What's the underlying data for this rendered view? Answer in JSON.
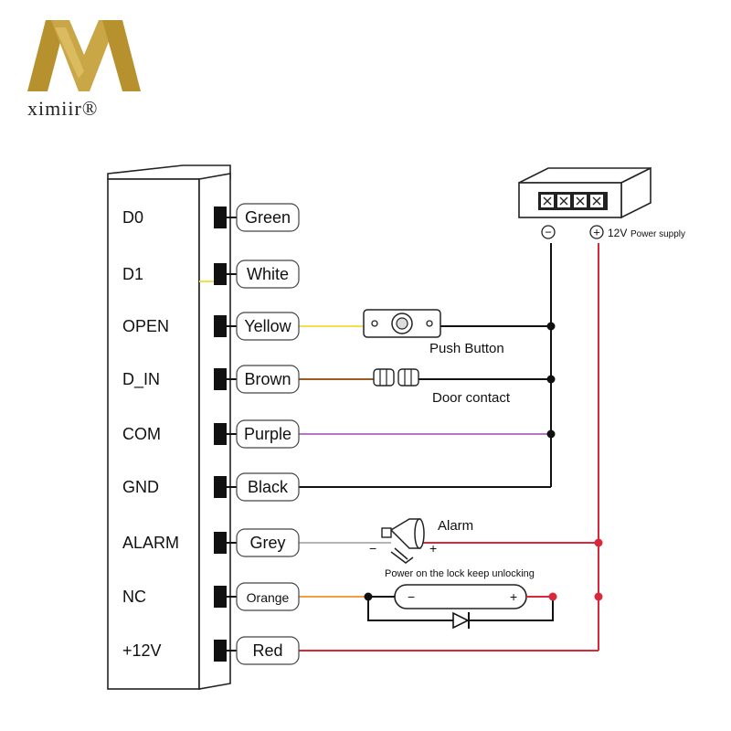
{
  "brand": {
    "name": "ximiir®",
    "gold": "#b8912f",
    "gold_light": "#e2c56a"
  },
  "terminals": [
    "D0",
    "D1",
    "OPEN",
    "D_IN",
    "COM",
    "GND",
    "ALARM",
    "NC",
    "+12V"
  ],
  "wires": [
    {
      "label": "Green",
      "color": "#2e8b3a"
    },
    {
      "label": "White",
      "color": "#dddddd"
    },
    {
      "label": "Yellow",
      "color": "#f2e24a"
    },
    {
      "label": "Brown",
      "color": "#9a5a22"
    },
    {
      "label": "Purple",
      "color": "#b07ac2"
    },
    {
      "label": "Black",
      "color": "#111111"
    },
    {
      "label": "Grey",
      "color": "#b5b5b5"
    },
    {
      "label": "Orange",
      "color": "#f0a040"
    },
    {
      "label": "Red",
      "color": "#d8283a"
    }
  ],
  "power_supply": {
    "minus": "−",
    "plus": "+",
    "voltage": "12V",
    "label": "Power supply"
  },
  "components": {
    "push_button": "Push Button",
    "door_contact": "Door contact",
    "alarm": "Alarm",
    "alarm_minus": "−",
    "alarm_plus": "+",
    "lock_caption": "Power on the lock keep unlocking",
    "lock_minus": "−",
    "lock_plus": "+"
  }
}
